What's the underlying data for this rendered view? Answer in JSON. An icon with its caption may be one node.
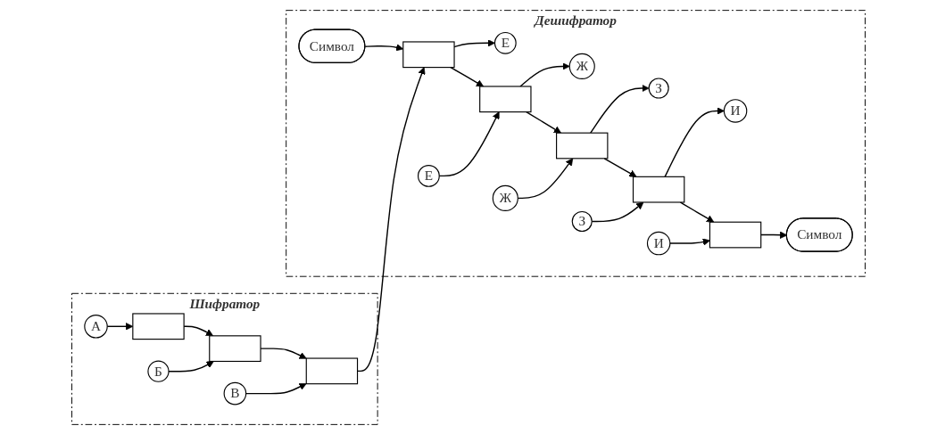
{
  "diagram": {
    "nodes": [
      {
        "text": [
          "Шифратор"
        ]
      },
      {
        "text": [],
        "shape": "box",
        "in": 0
      },
      {
        "text": [],
        "shape": "box",
        "in": 0
      },
      {
        "text": [],
        "shape": "box",
        "in": 0
      },
      {
        "text": [
          "А"
        ],
        "in": 0
      },
      {
        "text": [
          "Б"
        ],
        "in": 0
      },
      {
        "text": [
          "В"
        ],
        "in": 0
      },
      {
        "text": [
          "Дешифратор"
        ]
      },
      {
        "text": [],
        "shape": "box",
        "in": 7
      },
      {
        "text": [],
        "shape": "box",
        "in": 7
      },
      {
        "text": [],
        "shape": "box",
        "in": 7
      },
      {
        "text": [],
        "shape": "box",
        "in": 7
      },
      {
        "text": [],
        "shape": "box",
        "in": 7
      },
      {
        "text": [
          "Е"
        ],
        "in": 7
      },
      {
        "text": [
          "Ж"
        ],
        "in": 7
      },
      {
        "text": [
          "З"
        ],
        "in": 7
      },
      {
        "text": [
          "И"
        ],
        "in": 7
      },
      {
        "text": [
          "Символ"
        ],
        "in": 7
      },
      {
        "text": [
          "Символ"
        ],
        "in": 7
      },
      {
        "text": [
          "Е"
        ],
        "in": 7
      },
      {
        "text": [
          "Ж"
        ],
        "in": 7
      },
      {
        "text": [
          "З"
        ],
        "in": 7
      },
      {
        "text": [
          "И"
        ],
        "in": 7
      }
    ],
    "edges": [
      {
        "from": 4,
        "to": 1,
        "arrow": "to"
      },
      {
        "from": 5,
        "to": 2,
        "arrow": "to"
      },
      {
        "from": 6,
        "to": 3,
        "arrow": "to"
      },
      {
        "from": 1,
        "to": 2,
        "arrow": "to"
      },
      {
        "from": 2,
        "to": 3,
        "arrow": "to"
      },
      {
        "from": 3,
        "to": 8,
        "arrow": "to"
      },
      {
        "from": 8,
        "to": 9,
        "arrow": "to"
      },
      {
        "from": 9,
        "to": 10,
        "arrow": "to"
      },
      {
        "from": 10,
        "to": 11,
        "arrow": "to"
      },
      {
        "from": 11,
        "to": 12,
        "arrow": "to"
      },
      {
        "from": 8,
        "to": 13,
        "arrow": "to"
      },
      {
        "from": 9,
        "to": 14,
        "arrow": "to"
      },
      {
        "from": 10,
        "to": 15,
        "arrow": "to"
      },
      {
        "from": 11,
        "to": 16,
        "arrow": "to"
      },
      {
        "from": 12,
        "to": 17,
        "arrow": "to"
      },
      {
        "from": 18,
        "to": 8,
        "arrow": "to"
      },
      {
        "from": 19,
        "to": 9,
        "arrow": "to"
      },
      {
        "from": 20,
        "to": 10,
        "arrow": "to"
      },
      {
        "from": 21,
        "to": 11,
        "arrow": "to"
      },
      {
        "from": 22,
        "to": 12,
        "arrow": "to"
      }
    ]
  }
}
